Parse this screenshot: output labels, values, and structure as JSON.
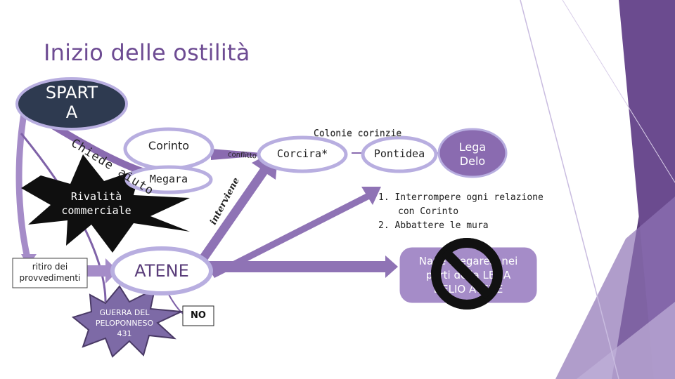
{
  "slide": {
    "title": "Inizio delle ostilità"
  },
  "nodes": {
    "sparta": "SPART\nA",
    "corinto": "Corinto",
    "megara": "Megara",
    "rivalita": "Rivalità\ncommerciale",
    "ritiro": "ritiro dei\nprovvedimenti",
    "atene": "ATENE",
    "guerra": "GUERRA DEL\nPELOPONNESO\n431",
    "no": "NO",
    "colonie_label": "Colonie corinzie",
    "corcira": "Corcira*",
    "pontidea": "Pontidea",
    "lega_delo": "Lega\nDelo",
    "decree_text": "Nave megaresi nei\nporti della LEGA\nDELIO ATENE"
  },
  "edges": {
    "chiede_aiuto": "Chiede aiuto",
    "conflitto": "conflitto",
    "interviene": "interviene"
  },
  "list": {
    "items": [
      "Interrompere ogni relazione con Corinto",
      "Abbattere le mura"
    ],
    "item1_line1": "Interrompere ogni relazione",
    "item1_line2": "con Corinto",
    "item2": "Abbattere le mura",
    "num1": "1.",
    "num2": "2."
  },
  "colors": {
    "title": "#6e4c93",
    "purple_dark": "#5a3d7a",
    "purple_mid": "#8a6bb0",
    "purple_light": "#b9a3d6",
    "lavender": "#c8bbe0",
    "node_blue": "#2e3a50",
    "ring": "#b8aee0"
  }
}
